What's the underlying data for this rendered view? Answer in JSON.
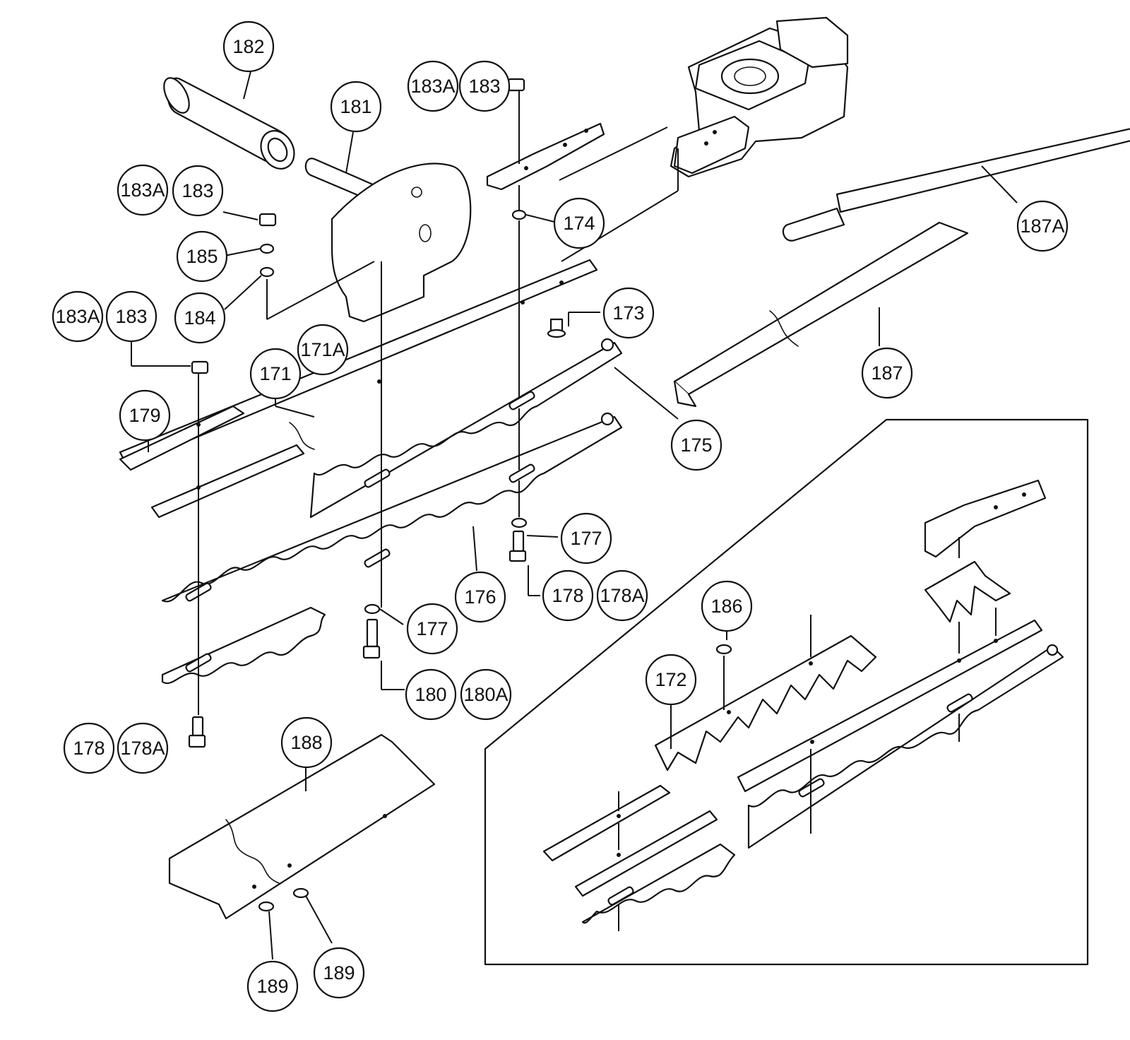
{
  "callouts": {
    "c182": "182",
    "c181": "181",
    "c183A_a": "183A",
    "c183_a": "183",
    "c183A_b": "183A",
    "c183_b": "183",
    "c183A_c": "183A",
    "c183_c": "183",
    "c185": "185",
    "c184": "184",
    "c174": "174",
    "c173": "173",
    "c187A": "187A",
    "c187": "187",
    "c171A": "171A",
    "c171": "171",
    "c179": "179",
    "c175": "175",
    "c177_a": "177",
    "c176": "176",
    "c178_a": "178",
    "c178A_a": "178A",
    "c177_b": "177",
    "c180": "180",
    "c180A": "180A",
    "c178_b": "178",
    "c178A_b": "178A",
    "c188": "188",
    "c189_a": "189",
    "c189_b": "189",
    "c186": "186",
    "c172": "172"
  }
}
